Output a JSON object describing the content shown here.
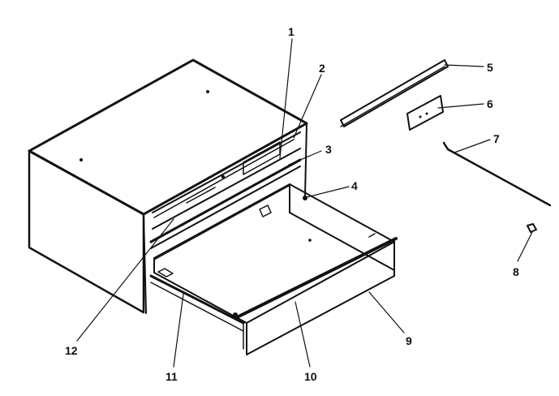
{
  "diagram": {
    "callouts": [
      {
        "id": "c1",
        "label": "1"
      },
      {
        "id": "c2",
        "label": "2"
      },
      {
        "id": "c3",
        "label": "3"
      },
      {
        "id": "c4",
        "label": "4"
      },
      {
        "id": "c5",
        "label": "5"
      },
      {
        "id": "c6",
        "label": "6"
      },
      {
        "id": "c7",
        "label": "7"
      },
      {
        "id": "c8",
        "label": "8"
      },
      {
        "id": "c9",
        "label": "9"
      },
      {
        "id": "c10",
        "label": "10"
      },
      {
        "id": "c11",
        "label": "11"
      },
      {
        "id": "c12",
        "label": "12"
      }
    ]
  },
  "colors": {
    "ink": "#111111",
    "background": "#ffffff"
  }
}
